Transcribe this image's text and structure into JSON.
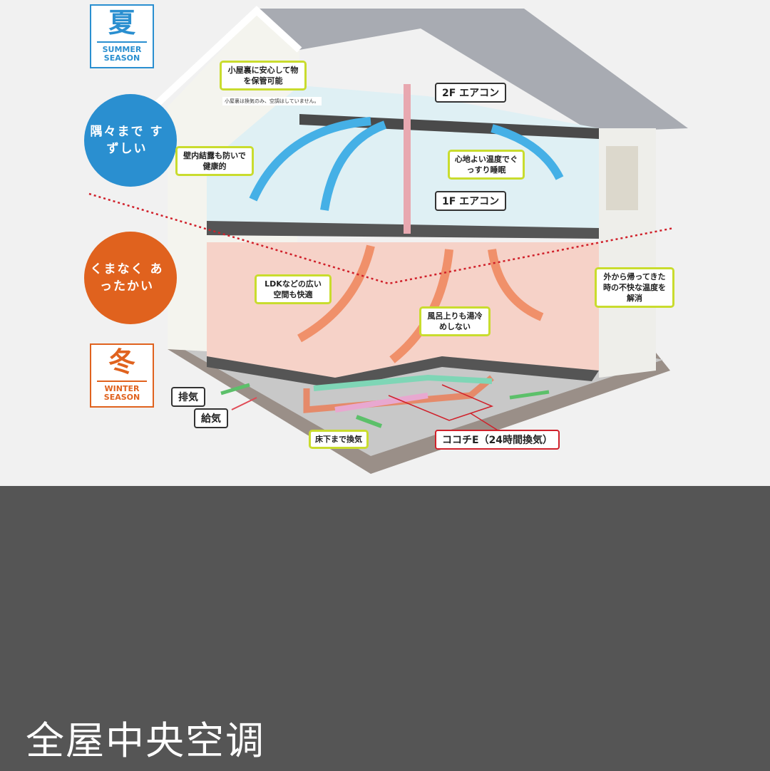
{
  "summer": {
    "kanji": "夏",
    "english": "SUMMER SEASON",
    "color": "#2a8fd0",
    "circle_text": "隅々まで すずしい"
  },
  "winter": {
    "kanji": "冬",
    "english": "WINTER SEASON",
    "color": "#e0621e",
    "circle_text": "くまなく あったかい"
  },
  "labels": {
    "attic": "小屋裏に安心して物を保管可能",
    "attic_note": "小屋裏は換気のみ、空調はしていません。",
    "ac2f": "2F エアコン",
    "ac1f": "1F エアコン",
    "wall": "壁内結露も防いで健康的",
    "sleep": "心地よい温度でぐっすり睡眠",
    "ldk": "LDKなどの広い空間も快適",
    "bath": "風呂上りも湯冷めしない",
    "outside": "外から帰ってきた時の不快な温度を解消",
    "exhaust": "排気",
    "supply": "給気",
    "underfloor": "床下まで換気",
    "kokochi": "ココチE（24時間換気）"
  },
  "caption": "全屋中央空调"
}
